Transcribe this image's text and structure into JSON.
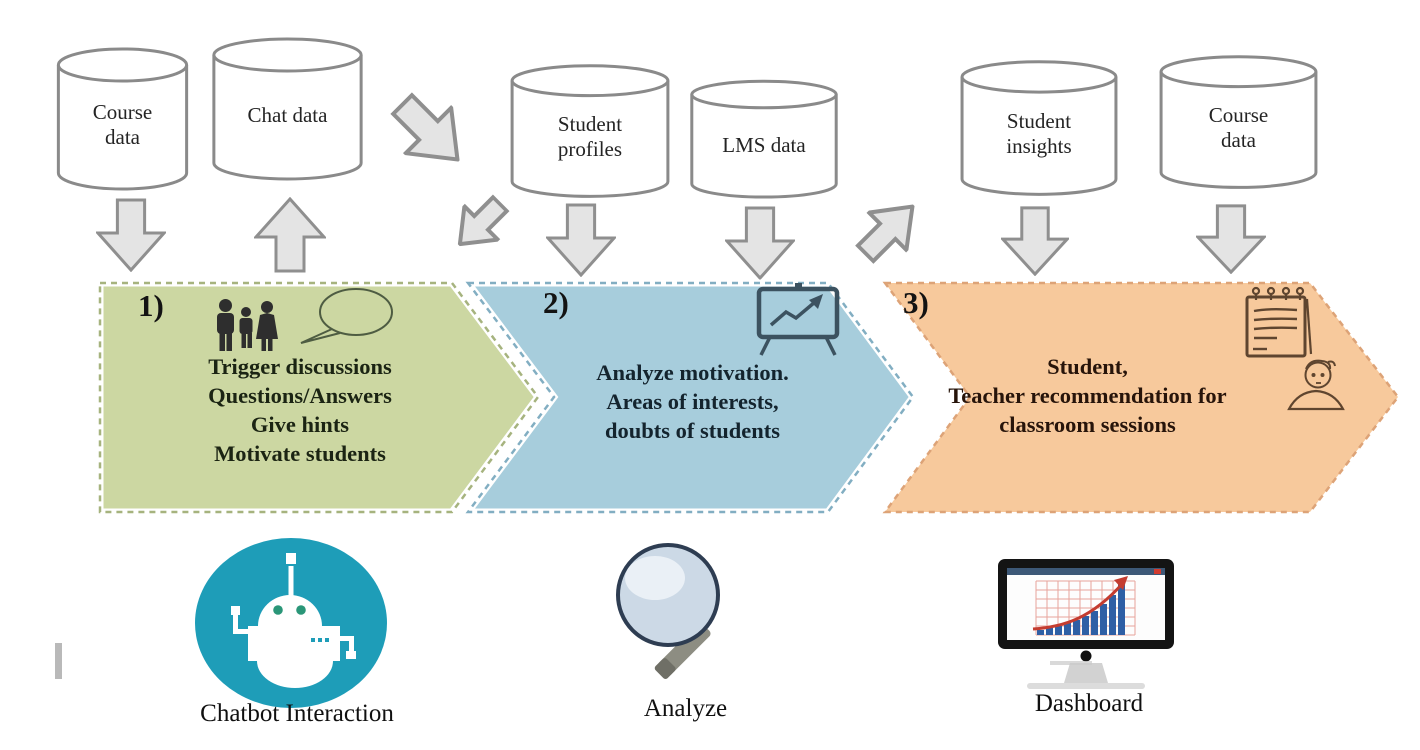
{
  "databases": [
    {
      "label": "Course\ndata"
    },
    {
      "label": "Chat data"
    },
    {
      "label": "Student\nprofiles"
    },
    {
      "label": "LMS data"
    },
    {
      "label": "Student\ninsights"
    },
    {
      "label": "Course\ndata"
    }
  ],
  "steps": [
    {
      "number": "1)",
      "activities": "Trigger discussions\nQuestions/Answers\nGive hints\nMotivate students",
      "color": "#ccd7a2",
      "icons": [
        "family-icon",
        "speech-bubble-icon"
      ]
    },
    {
      "number": "2)",
      "activities": "Analyze motivation.\nAreas of interests,\ndoubts of students",
      "color": "#a7cddc",
      "icons": [
        "presentation-chart-icon"
      ]
    },
    {
      "number": "3)",
      "activities": "Student,\nTeacher recommendation for\nclassroom sessions",
      "color": "#f7c99c",
      "icons": [
        "notepad-icon",
        "student-face-icon"
      ]
    }
  ],
  "tools": [
    {
      "label": "Chatbot Interaction",
      "icon": "chatbot-icon"
    },
    {
      "label": "Analyze",
      "icon": "magnifier-icon"
    },
    {
      "label": "Dashboard",
      "icon": "dashboard-monitor-icon"
    }
  ],
  "colors": {
    "step1_fill": "#ccd7a2",
    "step2_fill": "#a7cddc",
    "step3_fill": "#f7c99c",
    "arrow_fill": "#e4e4e4",
    "arrow_stroke": "#8f8f8f",
    "cylinder_stroke": "#8a8a8a",
    "chatbot_teal": "#1e9db8",
    "dashboard_bar_blue": "#2f5fa5",
    "dashboard_line_red": "#c43c30"
  }
}
